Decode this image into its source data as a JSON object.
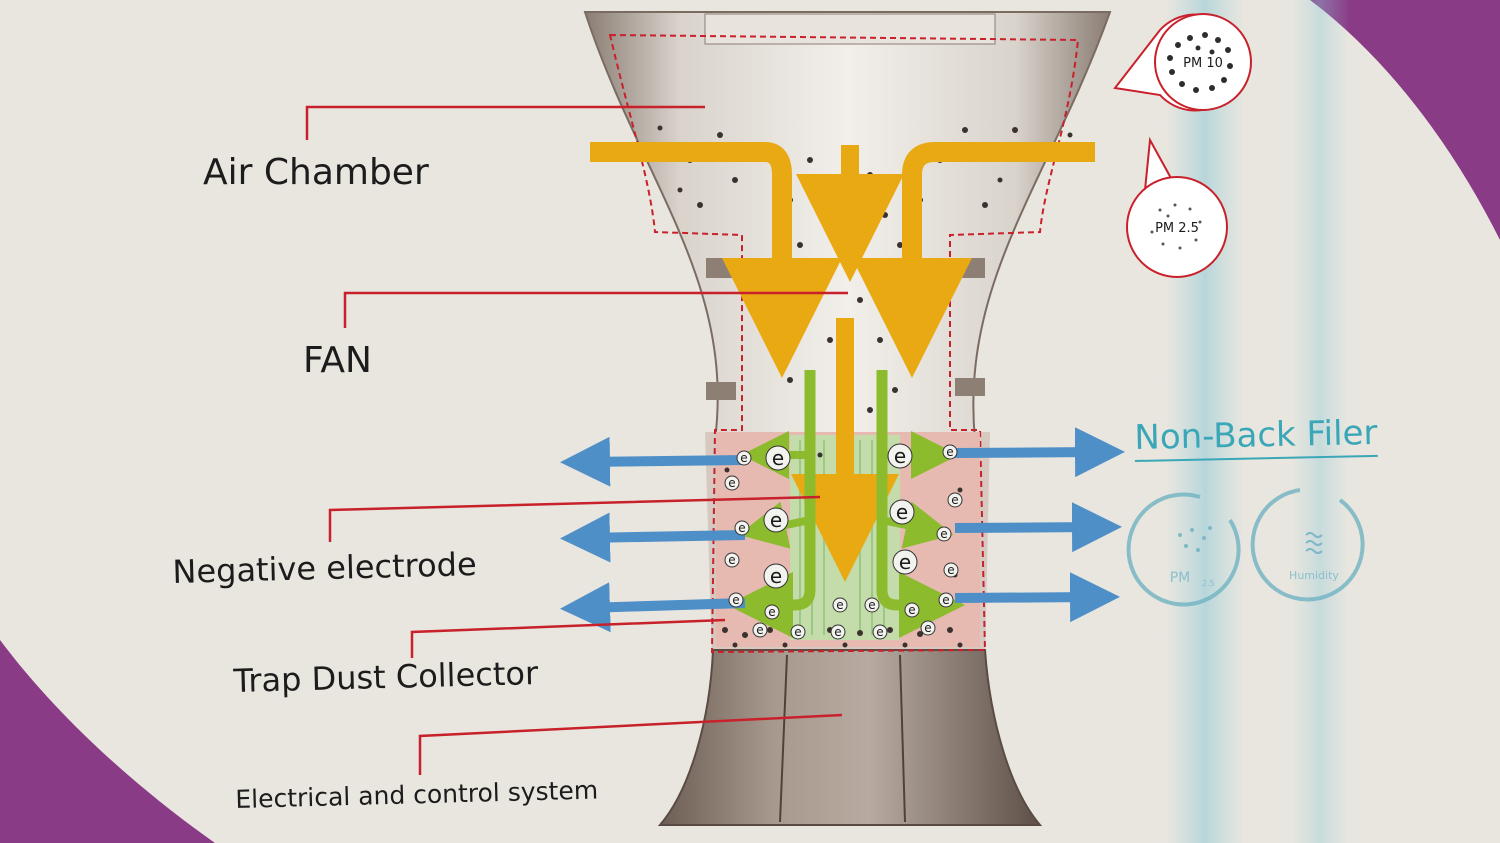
{
  "labels": {
    "air_chamber": "Air Chamber",
    "fan": "FAN",
    "negative_electrode": "Negative electrode",
    "trap_dust_collector": "Trap Dust Collector",
    "electrical_control": "Electrical and control system",
    "non_back_filter": "Non-Back Filer"
  },
  "bubbles": {
    "pm10": "PM 10",
    "pm25": "PM 2.5"
  },
  "gauges": {
    "pm25_label_main": "PM",
    "pm25_label_sub": "2.5",
    "humidity_label": "Humidity"
  },
  "electron_symbol": "e",
  "icons": [
    "dots-icon",
    "waves-icon"
  ],
  "colors": {
    "background": "#e9e6df",
    "purple_frame": "#8a3b86",
    "leader_line": "#c8212b",
    "airflow_arrow": "#e9a913",
    "electrode_arrow": "#8dbb2e",
    "outflow_arrow": "#4f8fc8",
    "accent_teal": "#3aa7b8"
  }
}
